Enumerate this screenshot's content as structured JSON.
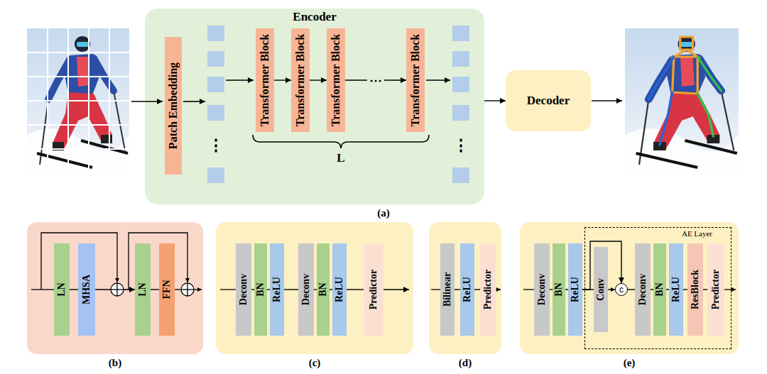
{
  "diagram": {
    "nodes": [
      {
        "text": [
          "Encoder"
        ]
      },
      {
        "text": [
          "Patch Embedding"
        ],
        "in": 0
      },
      {
        "text": [
          "Transformer Block"
        ],
        "in": 0
      },
      {
        "text": [
          "Transformer Block"
        ],
        "in": 0
      },
      {
        "text": [
          "Transformer Block"
        ],
        "in": 0
      },
      {
        "text": [
          "Transformer Block"
        ],
        "in": 0
      },
      {
        "text": [
          "Decoder"
        ]
      },
      {
        "text": [
          "(b)"
        ]
      },
      {
        "text": [
          "LN"
        ],
        "in": 7
      },
      {
        "text": [
          "MHSA"
        ],
        "in": 7
      },
      {
        "text": [
          "LN"
        ],
        "in": 7
      },
      {
        "text": [
          "FFN"
        ],
        "in": 7
      },
      {
        "text": [
          "(c)"
        ]
      },
      {
        "text": [
          "Deconv"
        ],
        "in": 12
      },
      {
        "text": [
          "BN"
        ],
        "in": 12
      },
      {
        "text": [
          "ReLU"
        ],
        "in": 12
      },
      {
        "text": [
          "Deconv"
        ],
        "in": 12
      },
      {
        "text": [
          "BN"
        ],
        "in": 12
      },
      {
        "text": [
          "ReLU"
        ],
        "in": 12
      },
      {
        "text": [
          "Predictor"
        ],
        "in": 12
      },
      {
        "text": [
          "(d)"
        ]
      },
      {
        "text": [
          "Bilinear"
        ],
        "in": 20
      },
      {
        "text": [
          "ReLU"
        ],
        "in": 20
      },
      {
        "text": [
          "Predictor"
        ],
        "in": 20
      },
      {
        "text": [
          "(e)"
        ]
      },
      {
        "text": [
          "Deconv"
        ],
        "in": 24
      },
      {
        "text": [
          "BN"
        ],
        "in": 24
      },
      {
        "text": [
          "ReLU"
        ],
        "in": 24
      },
      {
        "text": [
          "AE Layer"
        ],
        "in": 24
      },
      {
        "text": [
          "Conv"
        ],
        "in": 28
      },
      {
        "text": [
          "c"
        ],
        "in": 28
      },
      {
        "text": [
          "Deconv"
        ],
        "in": 28
      },
      {
        "text": [
          "BN"
        ],
        "in": 28
      },
      {
        "text": [
          "ReLU"
        ],
        "in": 28
      },
      {
        "text": [
          "ResBlock"
        ],
        "in": 28
      },
      {
        "text": [
          "Predictor"
        ],
        "in": 28
      }
    ],
    "edges": [
      {
        "from": 2,
        "to": 3,
        "arrow": "to"
      },
      {
        "from": 3,
        "to": 4,
        "arrow": "to"
      },
      {
        "from": 4,
        "to": 5,
        "label": "⋯",
        "arrow": "to"
      },
      {
        "from": 0,
        "to": 6,
        "arrow": "to"
      },
      {
        "from": 8,
        "to": 9,
        "arrow": "none"
      },
      {
        "from": 9,
        "to": 10,
        "arrow": "to"
      },
      {
        "from": 10,
        "to": 11,
        "arrow": "none"
      },
      {
        "from": 13,
        "to": 14,
        "arrow": "none"
      },
      {
        "from": 14,
        "to": 15,
        "arrow": "none"
      },
      {
        "from": 15,
        "to": 16,
        "arrow": "none"
      },
      {
        "from": 16,
        "to": 17,
        "arrow": "none"
      },
      {
        "from": 17,
        "to": 18,
        "arrow": "none"
      },
      {
        "from": 18,
        "to": 19,
        "arrow": "none"
      },
      {
        "from": 21,
        "to": 22,
        "arrow": "none"
      },
      {
        "from": 22,
        "to": 23,
        "arrow": "none"
      },
      {
        "from": 25,
        "to": 26,
        "arrow": "none"
      },
      {
        "from": 26,
        "to": 27,
        "arrow": "none"
      },
      {
        "from": 27,
        "to": 29,
        "arrow": "none"
      },
      {
        "from": 29,
        "to": 30,
        "arrow": "to"
      },
      {
        "from": 27,
        "to": 30,
        "arrow": "to"
      },
      {
        "from": 30,
        "to": 31,
        "arrow": "none"
      },
      {
        "from": 31,
        "to": 32,
        "arrow": "none"
      },
      {
        "from": 32,
        "to": 33,
        "arrow": "none"
      },
      {
        "from": 33,
        "to": 34,
        "arrow": "none"
      },
      {
        "from": 34,
        "to": 35,
        "arrow": "none"
      }
    ],
    "labels": [
      "⋮",
      "⋮",
      "L",
      "(a)"
    ]
  }
}
